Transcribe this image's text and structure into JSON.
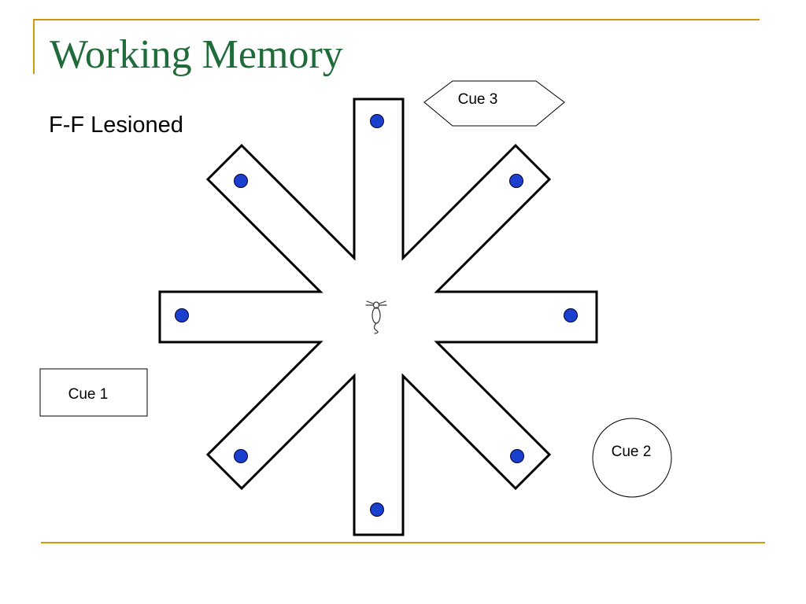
{
  "slide": {
    "title": "Working Memory",
    "subtitle": "F-F Lesioned"
  },
  "maze": {
    "arm_count": 8,
    "food_well_color": "#1a3fcc",
    "subject_icon": "rat-icon"
  },
  "cues": {
    "cue1": {
      "label": "Cue 1",
      "shape": "rectangle"
    },
    "cue2": {
      "label": "Cue 2",
      "shape": "circle"
    },
    "cue3": {
      "label": "Cue 3",
      "shape": "hexagon"
    }
  },
  "colors": {
    "accent_line": "#cc9a0a",
    "title": "#1f6b3a"
  }
}
